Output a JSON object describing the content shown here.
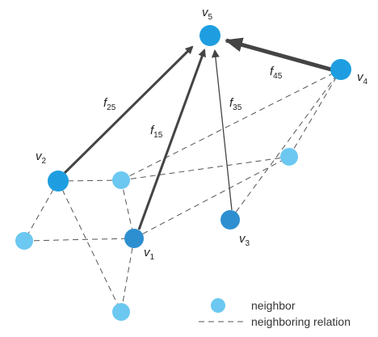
{
  "colors": {
    "main_node": "#1E9EE0",
    "dark_node": "#2D8FD0",
    "neighbor_node": "#6CC8F1",
    "edge": "#444444",
    "dash": "#555555"
  },
  "nodes": {
    "v5": {
      "base": "v",
      "sub": "5",
      "type": "main"
    },
    "v4": {
      "base": "v",
      "sub": "4",
      "type": "main"
    },
    "v2": {
      "base": "v",
      "sub": "2",
      "type": "main"
    },
    "v1": {
      "base": "v",
      "sub": "1",
      "type": "dark"
    },
    "v3": {
      "base": "v",
      "sub": "3",
      "type": "dark"
    }
  },
  "edge_labels": {
    "f25": {
      "base": "f",
      "sub": "25"
    },
    "f15": {
      "base": "f",
      "sub": "15"
    },
    "f35": {
      "base": "f",
      "sub": "35"
    },
    "f45": {
      "base": "f",
      "sub": "45"
    }
  },
  "legend": {
    "neighbor": "neighbor",
    "neighboring_relation": "neighboring relation"
  }
}
